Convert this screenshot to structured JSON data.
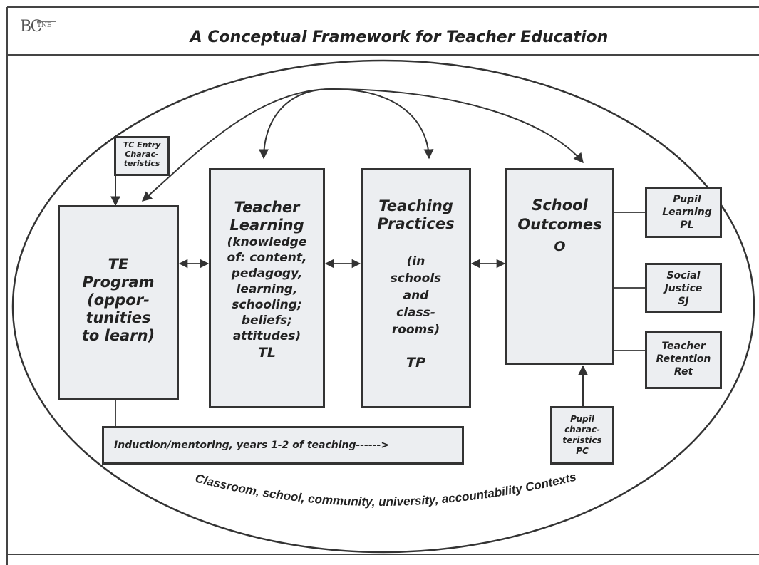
{
  "header": {
    "logo_main": "BC",
    "logo_sub": "TNE",
    "title": "A Conceptual Framework for Teacher Education"
  },
  "boxes": {
    "tc_entry": "TC Entry\nCharac-\nteristics",
    "te_program": {
      "name": "TE\nProgram\n(oppor-\ntunities\nto learn)"
    },
    "teacher_learning": {
      "name": "Teacher\nLearning",
      "detail": "(knowledge\nof: content,\npedagogy,\nlearning,\nschooling;\nbeliefs;\nattitudes)",
      "code": "TL"
    },
    "teaching_practices": {
      "name": "Teaching\nPractices",
      "detail": "(in\nschools\nand\nclass-\nrooms)",
      "code": "TP"
    },
    "school_outcomes": {
      "name": "School\nOutcomes",
      "code": "O"
    },
    "pupil_learning": "Pupil\nLearning\nPL",
    "social_justice": "Social\nJustice\nSJ",
    "teacher_retention": "Teacher\nRetention\nRet",
    "pupil_characteristics": "Pupil\ncharac-\nteristics\nPC",
    "induction": "Induction/mentoring, years 1-2 of teaching------>"
  },
  "context_label": "Classroom, school, community, university, accountability Contexts",
  "colors": {
    "box_fill": "#eceef1",
    "stroke": "#333333",
    "text": "#222222"
  }
}
